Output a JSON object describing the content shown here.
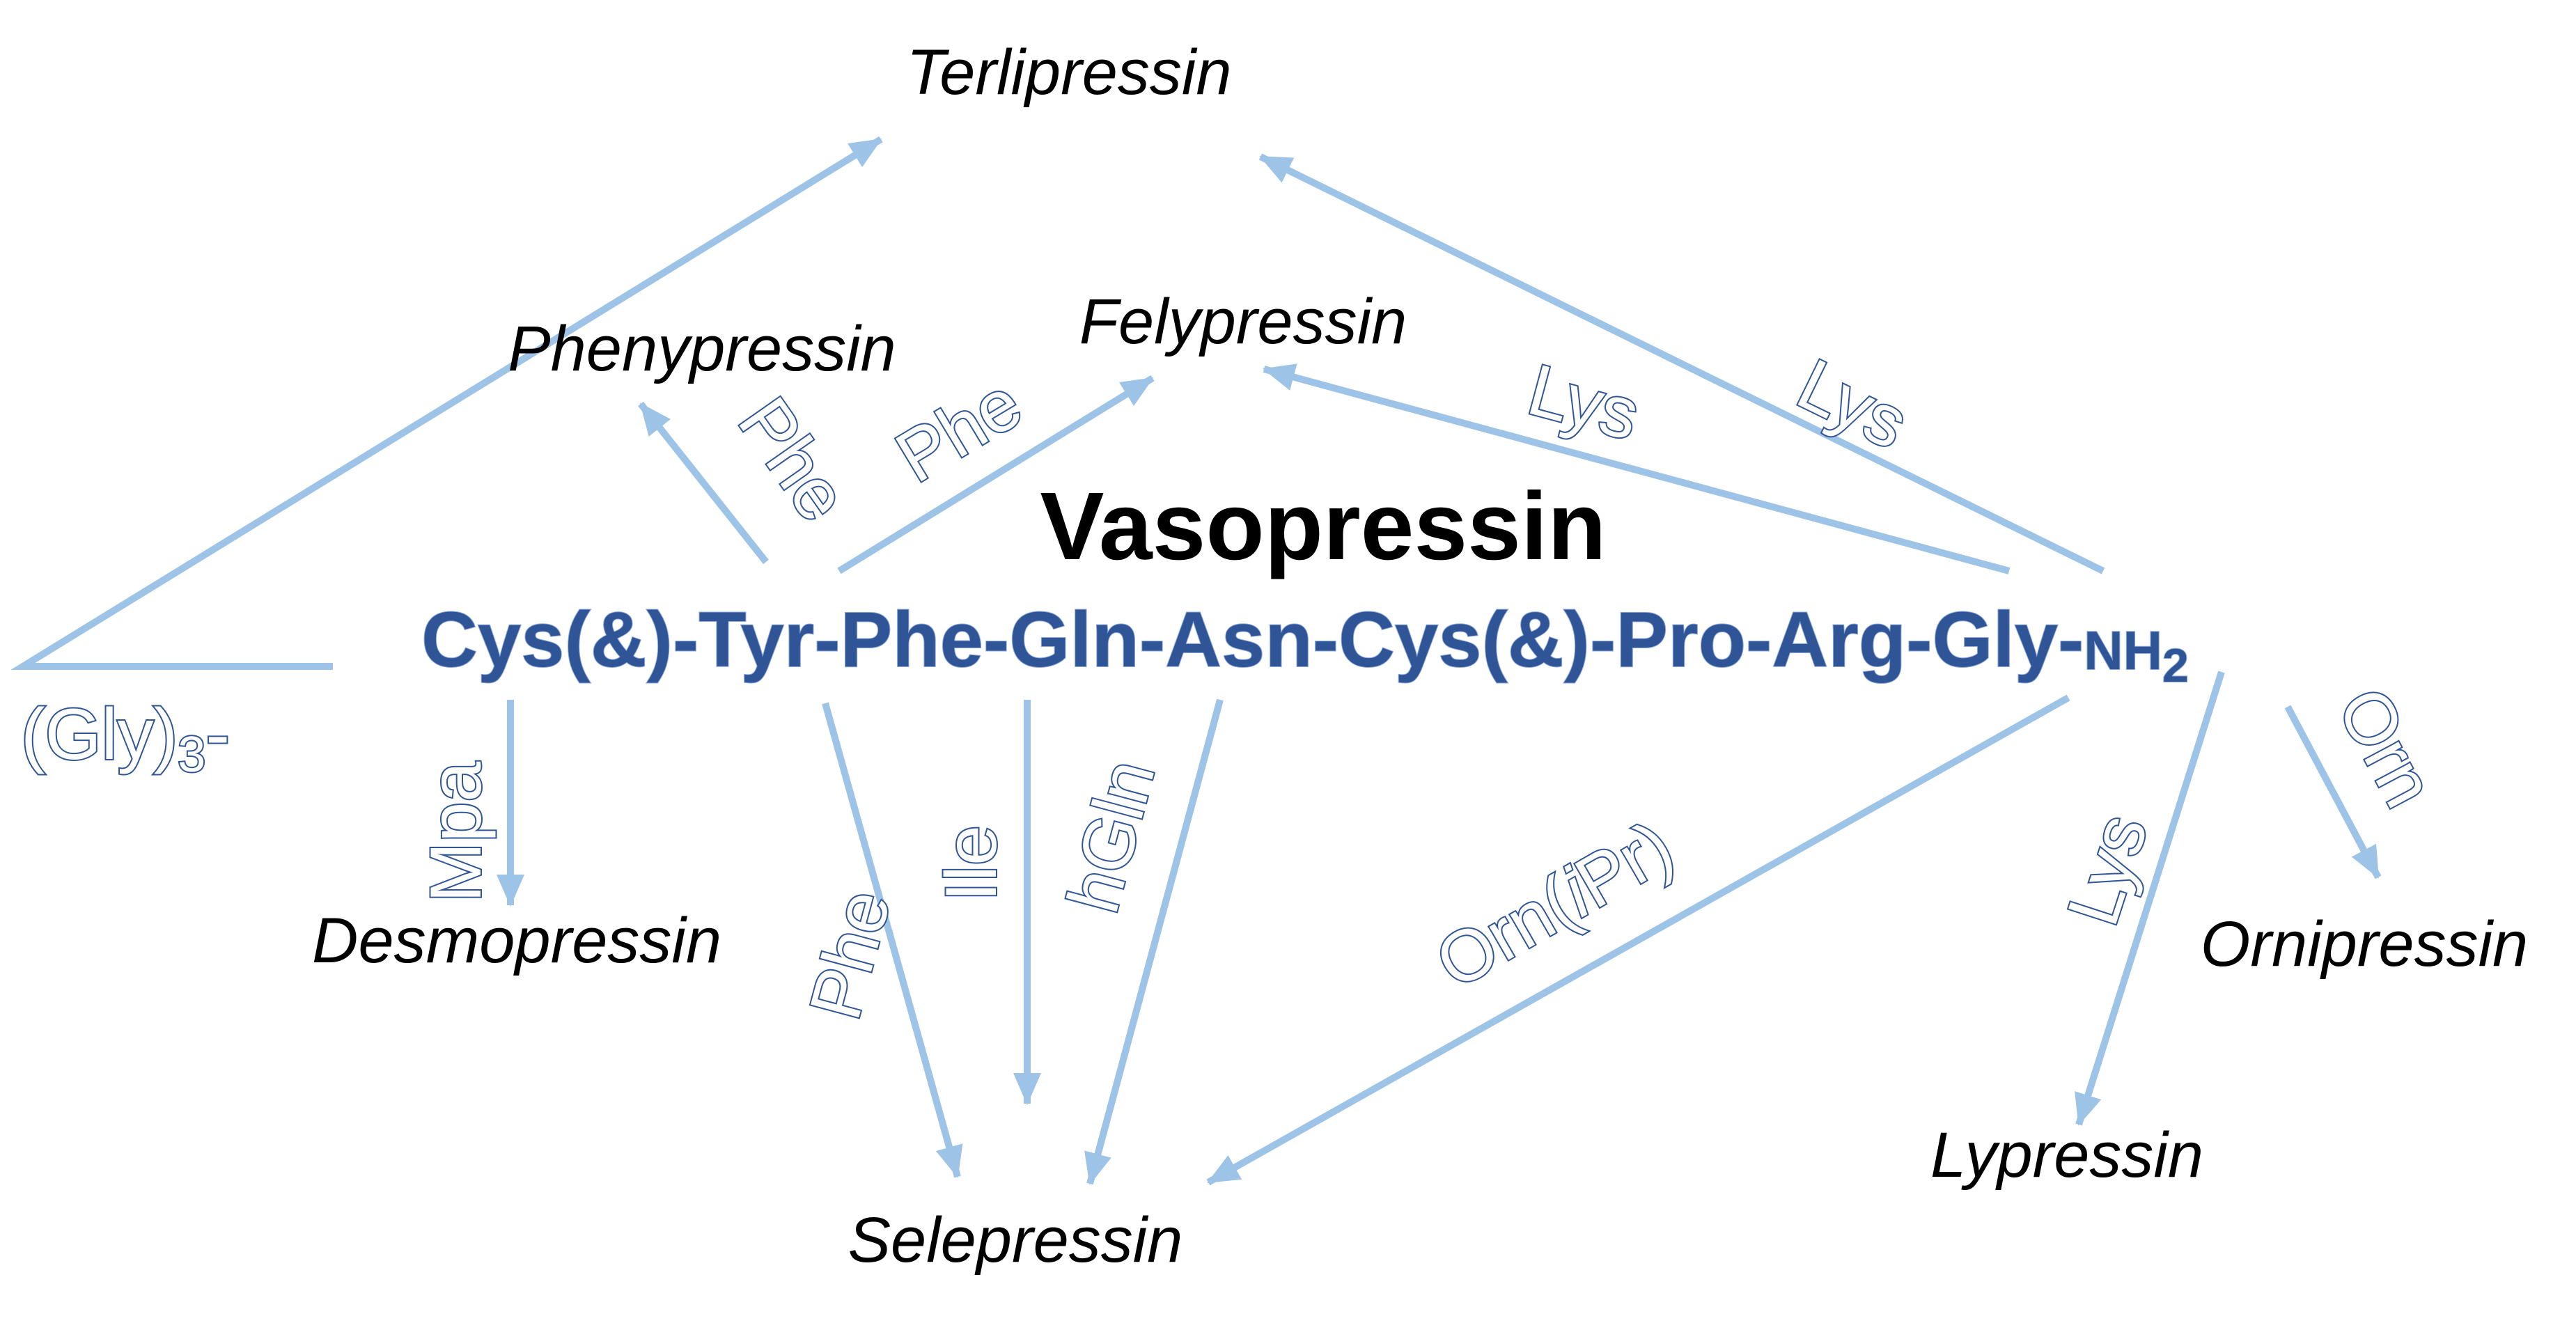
{
  "title": "Vasopressin",
  "sequence": {
    "main": "Cys(&)-Tyr-Phe-Gln-Asn-Cys(&)-Pro-Arg-Gly-",
    "nh": "NH",
    "nh_sub": "2"
  },
  "derivatives": {
    "terlipressin": "Terlipressin",
    "phenypressin": "Phenypressin",
    "felypressin": "Felypressin",
    "desmopressin": "Desmopressin",
    "selepressin": "Selepressin",
    "ornipressin": "Ornipressin",
    "lypressin": "Lypressin"
  },
  "substitutions": {
    "gly3_main": "(Gly)",
    "gly3_sub": "3",
    "gly3_dash": "-",
    "mpa": "Mpa",
    "phe_phenypressin": "Phe",
    "phe_felypressin": "Phe",
    "lys_felypressin": "Lys",
    "lys_terlipressin": "Lys",
    "phe_selepressin": "Phe",
    "ile_selepressin": "Ile",
    "hgln_selepressin": "hGln",
    "orn_ipr_prefix": "Orn(",
    "orn_ipr_italic": "i",
    "orn_ipr_suffix": "Pr)",
    "lys_lypressin": "Lys",
    "orn_ornipressin": "Orn"
  },
  "colors": {
    "arrow": "#9dc3e6",
    "sequence": "#2f5597",
    "substitution_outline": "#2f5597",
    "derivative_text": "#000000"
  }
}
